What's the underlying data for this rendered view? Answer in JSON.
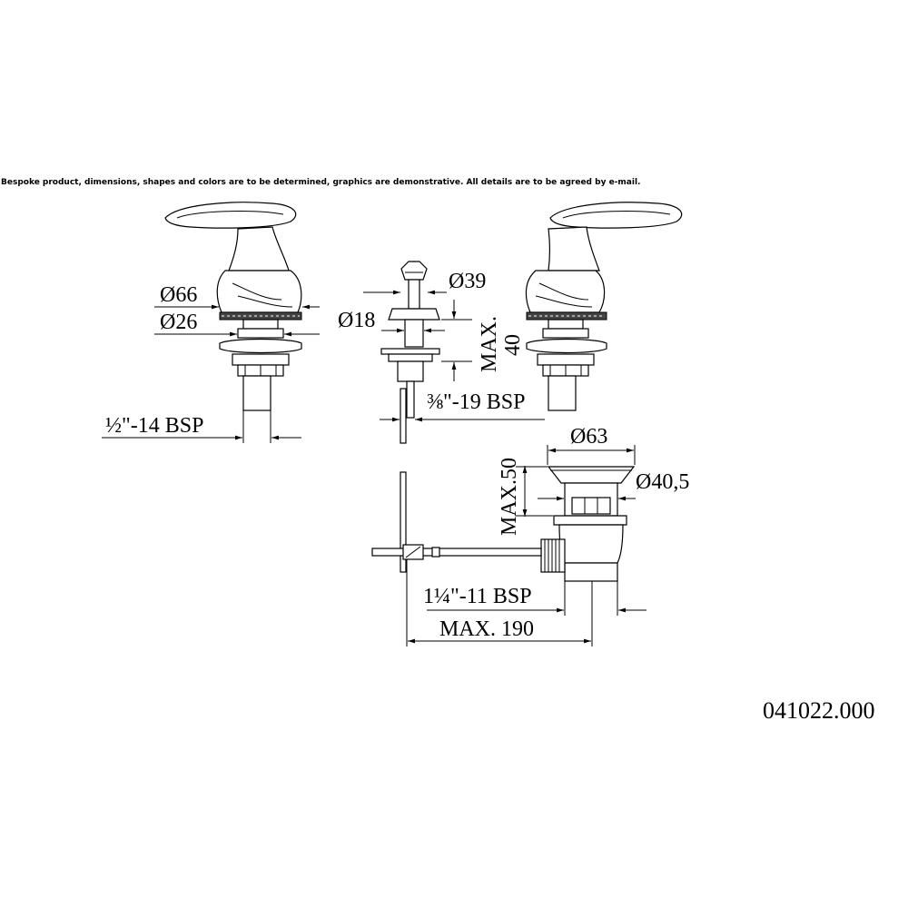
{
  "disclaimer": "Bespoke product, dimensions, shapes and colors are to be determined, graphics are demonstrative. All details are to be agreed by e-mail.",
  "dimensions": {
    "d66": "Ø66",
    "d26": "Ø26",
    "bsp_half": "½\"-14 BSP",
    "d39": "Ø39",
    "d18": "Ø18",
    "max40_a": "MAX.",
    "max40_b": "40",
    "bsp_38": "⅜\"-19 BSP",
    "d63": "Ø63",
    "max50": "MAX.50",
    "d405": "Ø40,5",
    "bsp_114": "1¼\"-11 BSP",
    "max190": "MAX. 190"
  },
  "product_code": "041022.000"
}
